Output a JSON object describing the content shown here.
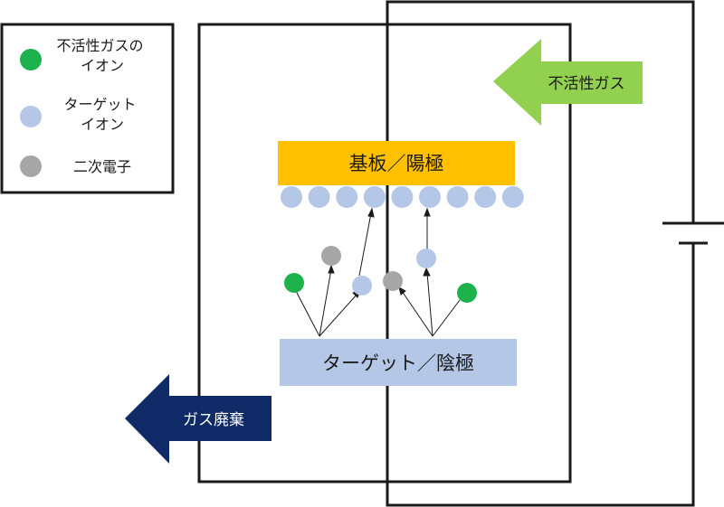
{
  "legend": {
    "items": [
      {
        "label_lines": [
          "不活性ガスの",
          "イオン"
        ],
        "color": "#1db24b"
      },
      {
        "label_lines": [
          "ターゲット",
          "イオン"
        ],
        "color": "#b4c7e7"
      },
      {
        "label_lines": [
          "二次電子"
        ],
        "color": "#a6a6a6"
      }
    ]
  },
  "substrate": {
    "label": "基板／陽極",
    "color": "#ffc000"
  },
  "target": {
    "label": "ターゲット／陰極",
    "color": "#b4c7e7"
  },
  "inlet_arrow": {
    "label": "不活性ガス",
    "color": "#92d050"
  },
  "outlet_arrow": {
    "label": "ガス廃棄",
    "color": "#0f2a66"
  },
  "colors": {
    "frame": "#1a1a1a",
    "target_ion": "#b4c7e7",
    "inert_ion": "#1db24b",
    "electron": "#a6a6a6"
  }
}
